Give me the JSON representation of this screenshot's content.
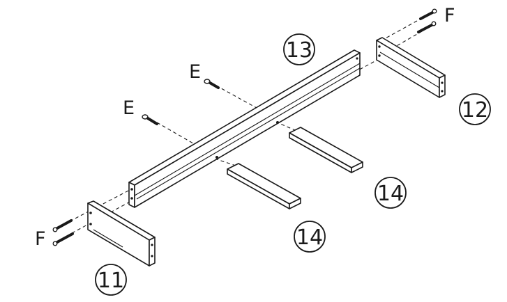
{
  "parts": {
    "p11": "11",
    "p12": "12",
    "p13": "13",
    "p14a": "14",
    "p14b": "14"
  },
  "hardware": {
    "e_top": "E",
    "e_bottom": "E",
    "f_right": "F",
    "f_left": "F"
  }
}
